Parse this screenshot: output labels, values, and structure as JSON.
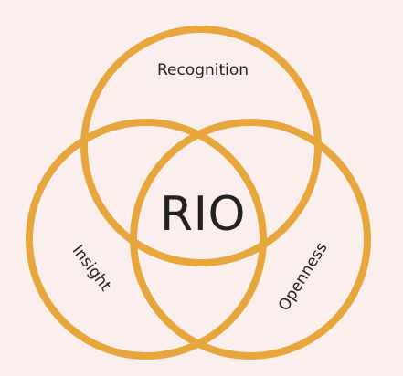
{
  "diagram": {
    "center_label": "RIO",
    "circles": [
      {
        "label": "Recognition"
      },
      {
        "label": "Insight"
      },
      {
        "label": "Openness"
      }
    ],
    "colors": {
      "background": "#fbefed",
      "ring": "#e7a73d",
      "text": "#222222"
    }
  }
}
